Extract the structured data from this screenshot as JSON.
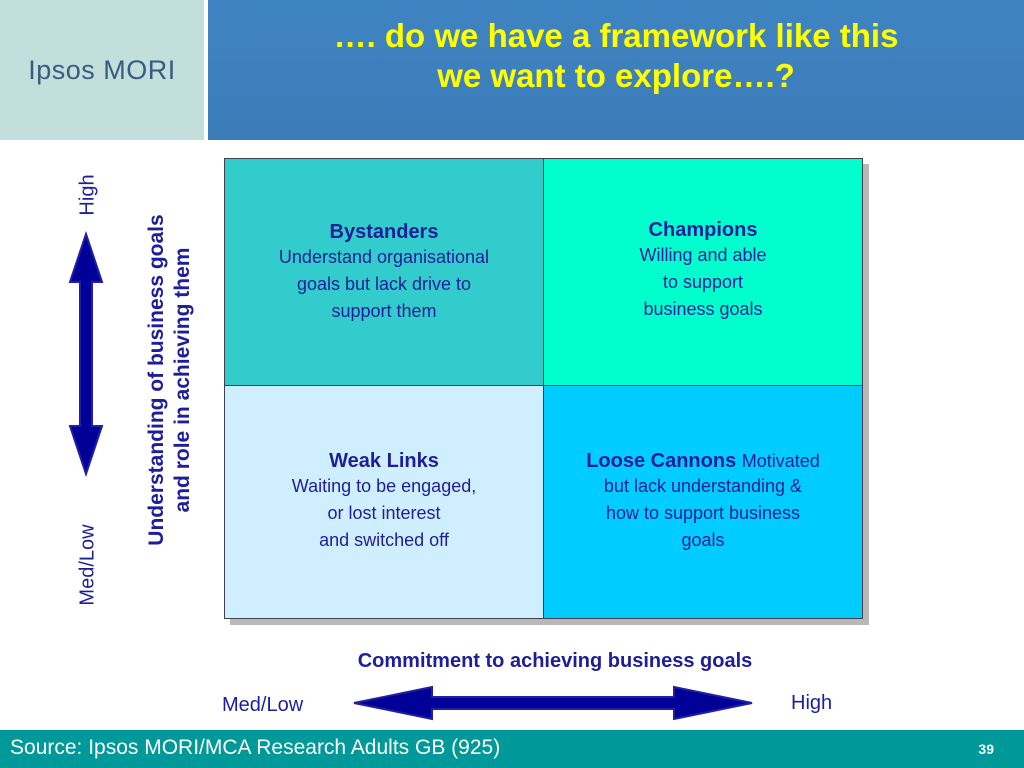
{
  "header": {
    "logo_text_1": "Ipsos",
    "logo_text_2": "MORI",
    "title_line1": "…. do we have a framework like this",
    "title_line2": "we want to explore….?"
  },
  "vertical_axis": {
    "high_label": "High",
    "low_label": "Med/Low",
    "title_line1": "Understanding of business goals",
    "title_line2": "and role in achieving them"
  },
  "quadrants": {
    "top_left": {
      "title": "Bystanders",
      "desc_line1": "Understand organisational",
      "desc_line2": "goals but lack drive to",
      "desc_line3": "support them"
    },
    "top_right": {
      "title": "Champions",
      "desc_line1": "Willing and able",
      "desc_line2": "to support",
      "desc_line3": "business goals"
    },
    "bottom_left": {
      "title": "Weak Links",
      "desc_line1": "Waiting to be engaged,",
      "desc_line2": "or lost interest",
      "desc_line3": "and switched off"
    },
    "bottom_right": {
      "title": "Loose Cannons",
      "desc_lead": "Motivated",
      "desc_line1": "but lack  understanding &",
      "desc_line2": "how to support business",
      "desc_line3": "goals"
    }
  },
  "horizontal_axis": {
    "title": "Commitment to achieving business goals",
    "low_label": "Med/Low",
    "high_label": "High"
  },
  "footer": {
    "source": "Source: Ipsos MORI/MCA Research Adults GB (925)",
    "page_number": "39"
  },
  "colors": {
    "header_bg": "#3f84c2",
    "title_text": "#ffff00",
    "logo_bg": "#c3dfdb",
    "axis_text": "#1e1e9a",
    "arrow": "#000099",
    "bystanders": "#33cccc",
    "champions": "#00ffcc",
    "weak_links": "#cfeeff",
    "loose_cannons": "#00ccff",
    "footer_bg": "#009999"
  }
}
